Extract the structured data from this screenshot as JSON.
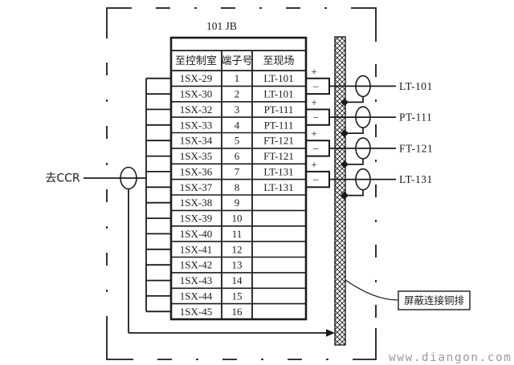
{
  "title": "101 JB",
  "left_label": "去CCR",
  "shield_label": "屏蔽连接铜排",
  "watermark": "www.diangon.com",
  "colors": {
    "line": "#1b1b1b",
    "watermark": "#9b9b9b",
    "background": "#ffffff"
  },
  "table": {
    "headers": [
      "至控制室",
      "端子号",
      "至现场"
    ],
    "rows": [
      {
        "ctrl": "1SX-29",
        "no": "1",
        "field": "LT-101"
      },
      {
        "ctrl": "1SX-30",
        "no": "2",
        "field": "LT-101"
      },
      {
        "ctrl": "1SX-32",
        "no": "3",
        "field": "PT-111"
      },
      {
        "ctrl": "1SX-33",
        "no": "4",
        "field": "PT-111"
      },
      {
        "ctrl": "1SX-34",
        "no": "5",
        "field": "FT-121"
      },
      {
        "ctrl": "1SX-35",
        "no": "6",
        "field": "FT-121"
      },
      {
        "ctrl": "1SX-36",
        "no": "7",
        "field": "LT-131"
      },
      {
        "ctrl": "1SX-37",
        "no": "8",
        "field": "LT-131"
      },
      {
        "ctrl": "1SX-38",
        "no": "9",
        "field": ""
      },
      {
        "ctrl": "1SX-39",
        "no": "10",
        "field": ""
      },
      {
        "ctrl": "1SX-40",
        "no": "11",
        "field": ""
      },
      {
        "ctrl": "1SX-41",
        "no": "12",
        "field": ""
      },
      {
        "ctrl": "1SX-42",
        "no": "13",
        "field": ""
      },
      {
        "ctrl": "1SX-43",
        "no": "14",
        "field": ""
      },
      {
        "ctrl": "1SX-44",
        "no": "15",
        "field": ""
      },
      {
        "ctrl": "1SX-45",
        "no": "16",
        "field": ""
      }
    ]
  },
  "pairs": [
    {
      "plus": "+",
      "minus": "−",
      "label": "LT-101"
    },
    {
      "plus": "+",
      "minus": "−",
      "label": "PT-111"
    },
    {
      "plus": "+",
      "minus": "−",
      "label": "FT-121"
    },
    {
      "plus": "+",
      "minus": "−",
      "label": "LT-131"
    }
  ]
}
